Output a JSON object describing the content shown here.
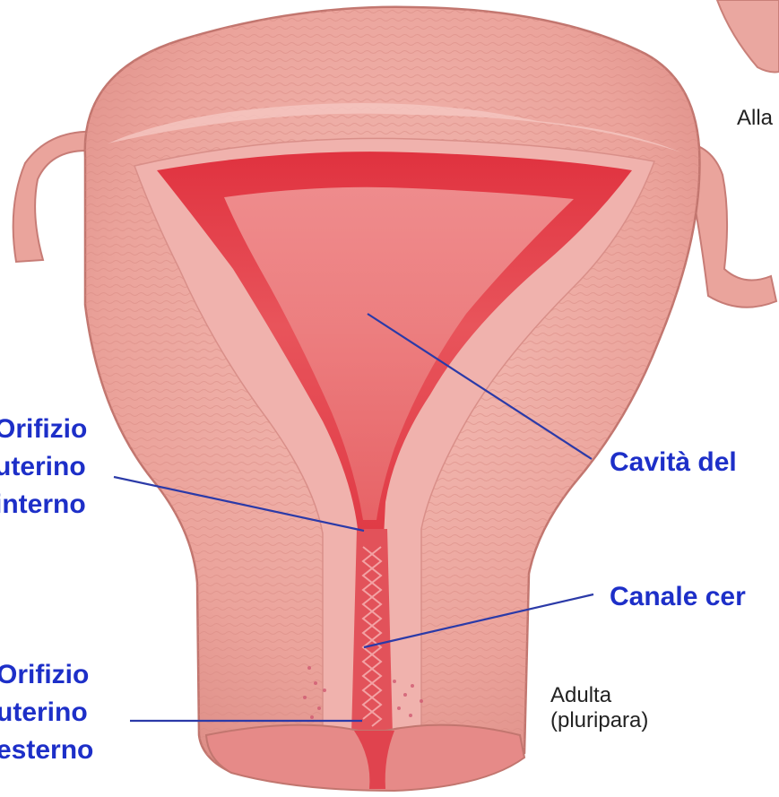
{
  "labels": {
    "orifizio_interno": [
      "Orifizio",
      "uterino",
      "interno"
    ],
    "orifizio_esterno": [
      "Orifizio",
      "uterino",
      "esterno"
    ],
    "cavita": "Cavità del",
    "canale": "Canale cer",
    "adulta": [
      "Adulta",
      "(pluripara)"
    ],
    "alla": "Alla"
  },
  "colors": {
    "tissue": "#eda69f",
    "tissue_dark": "#d47c74",
    "lining": "#f2b6b2",
    "cavity": "#e4454f",
    "cavity_light": "#ef8a89",
    "label_blue": "#1d2fc8",
    "leader_line": "#2b3aa8"
  }
}
